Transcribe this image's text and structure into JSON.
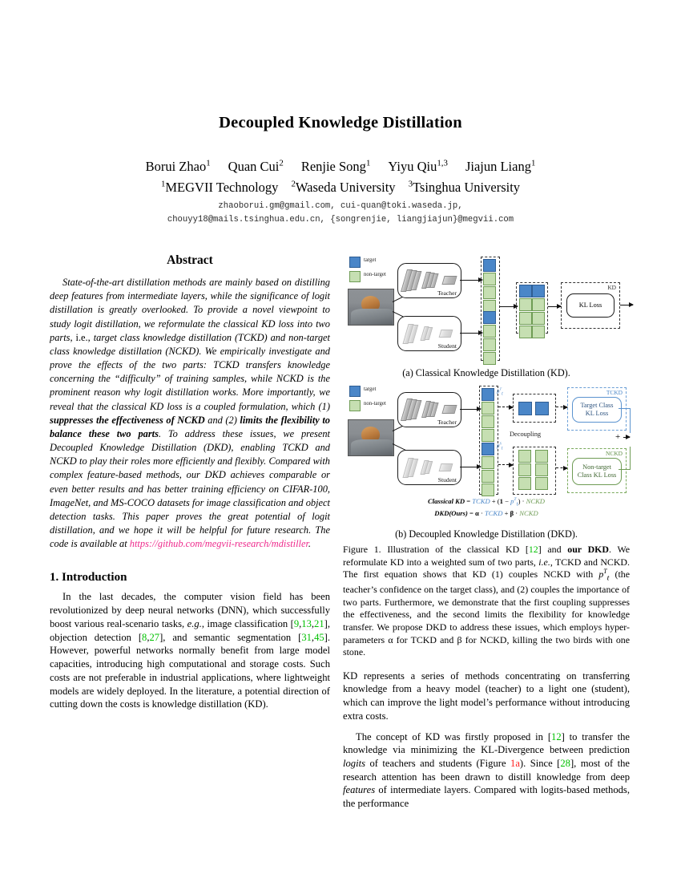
{
  "paper": {
    "title": "Decoupled Knowledge Distillation",
    "authors": [
      {
        "name": "Borui Zhao",
        "sup": "1"
      },
      {
        "name": "Quan Cui",
        "sup": "2"
      },
      {
        "name": "Renjie Song",
        "sup": "1"
      },
      {
        "name": "Yiyu Qiu",
        "sup": "1,3"
      },
      {
        "name": "Jiajun Liang",
        "sup": "1"
      }
    ],
    "affiliations": [
      {
        "sup": "1",
        "name": "MEGVII Technology"
      },
      {
        "sup": "2",
        "name": "Waseda University"
      },
      {
        "sup": "3",
        "name": "Tsinghua University"
      }
    ],
    "emails_line1": "zhaoborui.gm@gmail.com, cui-quan@toki.waseda.jp,",
    "emails_line2": "chouyy18@mails.tsinghua.edu.cn, {songrenjie, liangjiajun}@megvii.com"
  },
  "abstract": {
    "heading": "Abstract",
    "part1": "State-of-the-art distillation methods are mainly based on distilling deep features from intermediate layers, while the significance of logit distillation is greatly overlooked. To provide a novel viewpoint to study logit distillation, we reformulate the classical KD loss into two parts, ",
    "ie": "i.e.",
    "part2": ", target class knowledge distillation (TCKD) and non-target class knowledge distillation (NCKD). We empirically investigate and prove the effects of the two parts: TCKD transfers knowledge concerning the “difficulty” of training samples, while NCKD is the prominent reason why logit distillation works. More importantly, we reveal that the classical KD loss is a coupled formulation, which (1) ",
    "bold1": "suppresses the effectiveness of NCKD",
    "mid": " and (2) ",
    "bold2": "limits the flexibility to balance these two parts",
    "part3": ". To address these issues, we present Decoupled Knowledge Distillation (DKD), enabling TCKD and NCKD to play their roles more efficiently and flexibly. Compared with complex feature-based methods, our DKD achieves comparable or even better results and has better training efficiency on CIFAR-100, ImageNet, and MS-COCO datasets for image classification and object detection tasks. This paper proves the great potential of logit distillation, and we hope it will be helpful for future research. The code is available at ",
    "link": "https://github.com/megvii-research/mdistiller",
    "period": "."
  },
  "introduction": {
    "heading": "1. Introduction",
    "p1_a": "In the last decades, the computer vision field has been revolutionized by deep neural networks (DNN), which successfully boost various real-scenario tasks, ",
    "p1_eg": "e.g.",
    "p1_b": ", image classification [",
    "c9": "9",
    "c13": "13",
    "c21": "21",
    "p1_c": "], objection detection [",
    "c8": "8",
    "c27": "27",
    "p1_d": "], and semantic segmentation [",
    "c31": "31",
    "c45": "45",
    "p1_e": "]. However, powerful networks normally benefit from large model capacities, introducing high computational and storage costs. Such costs are not preferable in industrial applications, where lightweight models are widely deployed. In the literature, a potential direction of cutting down the costs is knowledge distillation (KD)."
  },
  "figure": {
    "legend": {
      "target": "target",
      "non_target": "non-target"
    },
    "subfig_a": {
      "teacher": "Teacher",
      "student": "Student",
      "kd_box_label": "KD",
      "kl_loss": "KL Loss",
      "caption": "(a) Classical Knowledge Distillation (KD)."
    },
    "subfig_b": {
      "teacher": "Teacher",
      "student": "Student",
      "decoupling": "Decoupling",
      "tckd_label": "TCKD",
      "nckd_label": "NCKD",
      "tckd_loss": "Target Class\nKL Loss",
      "tckd_loss_l1": "Target Class",
      "tckd_loss_l2": "KL Loss",
      "nckd_loss_l1": "Non-target",
      "nckd_loss_l2": "Class KL Loss",
      "plus": "+",
      "pt_teacher": "p",
      "eq1_label": "Classical KD",
      "eq1_body": " = TCKD + (1 − pᵀt) · NCKD",
      "eq2_label": "DKD(Ours)",
      "eq2_body": " = α · TCKD + β · NCKD",
      "caption": "(b) Decoupled Knowledge Distillation (DKD)."
    },
    "caption": {
      "lead": "Figure 1.",
      "t1": " Illustration of the classical KD [",
      "c12": "12",
      "t2": "] and ",
      "b1": "our DKD",
      "t3": ". We reformulate KD into a weighted sum of two parts, ",
      "ie": "i.e.",
      "t4": ", TCKD and NCKD. The first equation shows that KD (1) couples NCKD with ",
      "pt": "pTt",
      "t5": " (the teacher’s confidence on the target class), and (2) couples the importance of two parts. Furthermore, we demonstrate that the first coupling suppresses the effectiveness, and the second limits the flexibility for knowledge transfer. We propose DKD to address these issues, which employs hyper-parameters α for TCKD and β for NCKD, killing the two birds with one stone."
    }
  },
  "right_body": {
    "p1": "KD represents a series of methods concentrating on transferring knowledge from a heavy model (teacher) to a light one (student), which can improve the light model’s performance without introducing extra costs.",
    "p2_a": "The concept of KD was firstly proposed in [",
    "c12": "12",
    "p2_b": "] to transfer the knowledge via minimizing the KL-Divergence between prediction ",
    "logits": "logits",
    "p2_c": " of teachers and students (Figure ",
    "fig1a": "1a",
    "p2_d": "). Since [",
    "c28": "28",
    "p2_e": "], most of the research attention has been drawn to distill knowledge from deep ",
    "features": "features",
    "p2_f": " of intermediate layers. Compared with logits-based methods, the performance"
  },
  "colors": {
    "target_blue": "#4a86c8",
    "non_target_green": "#c6dfb2",
    "link_magenta": "#ee2a8c",
    "citation_green": "#00c000",
    "citation_red": "#ff2020"
  }
}
